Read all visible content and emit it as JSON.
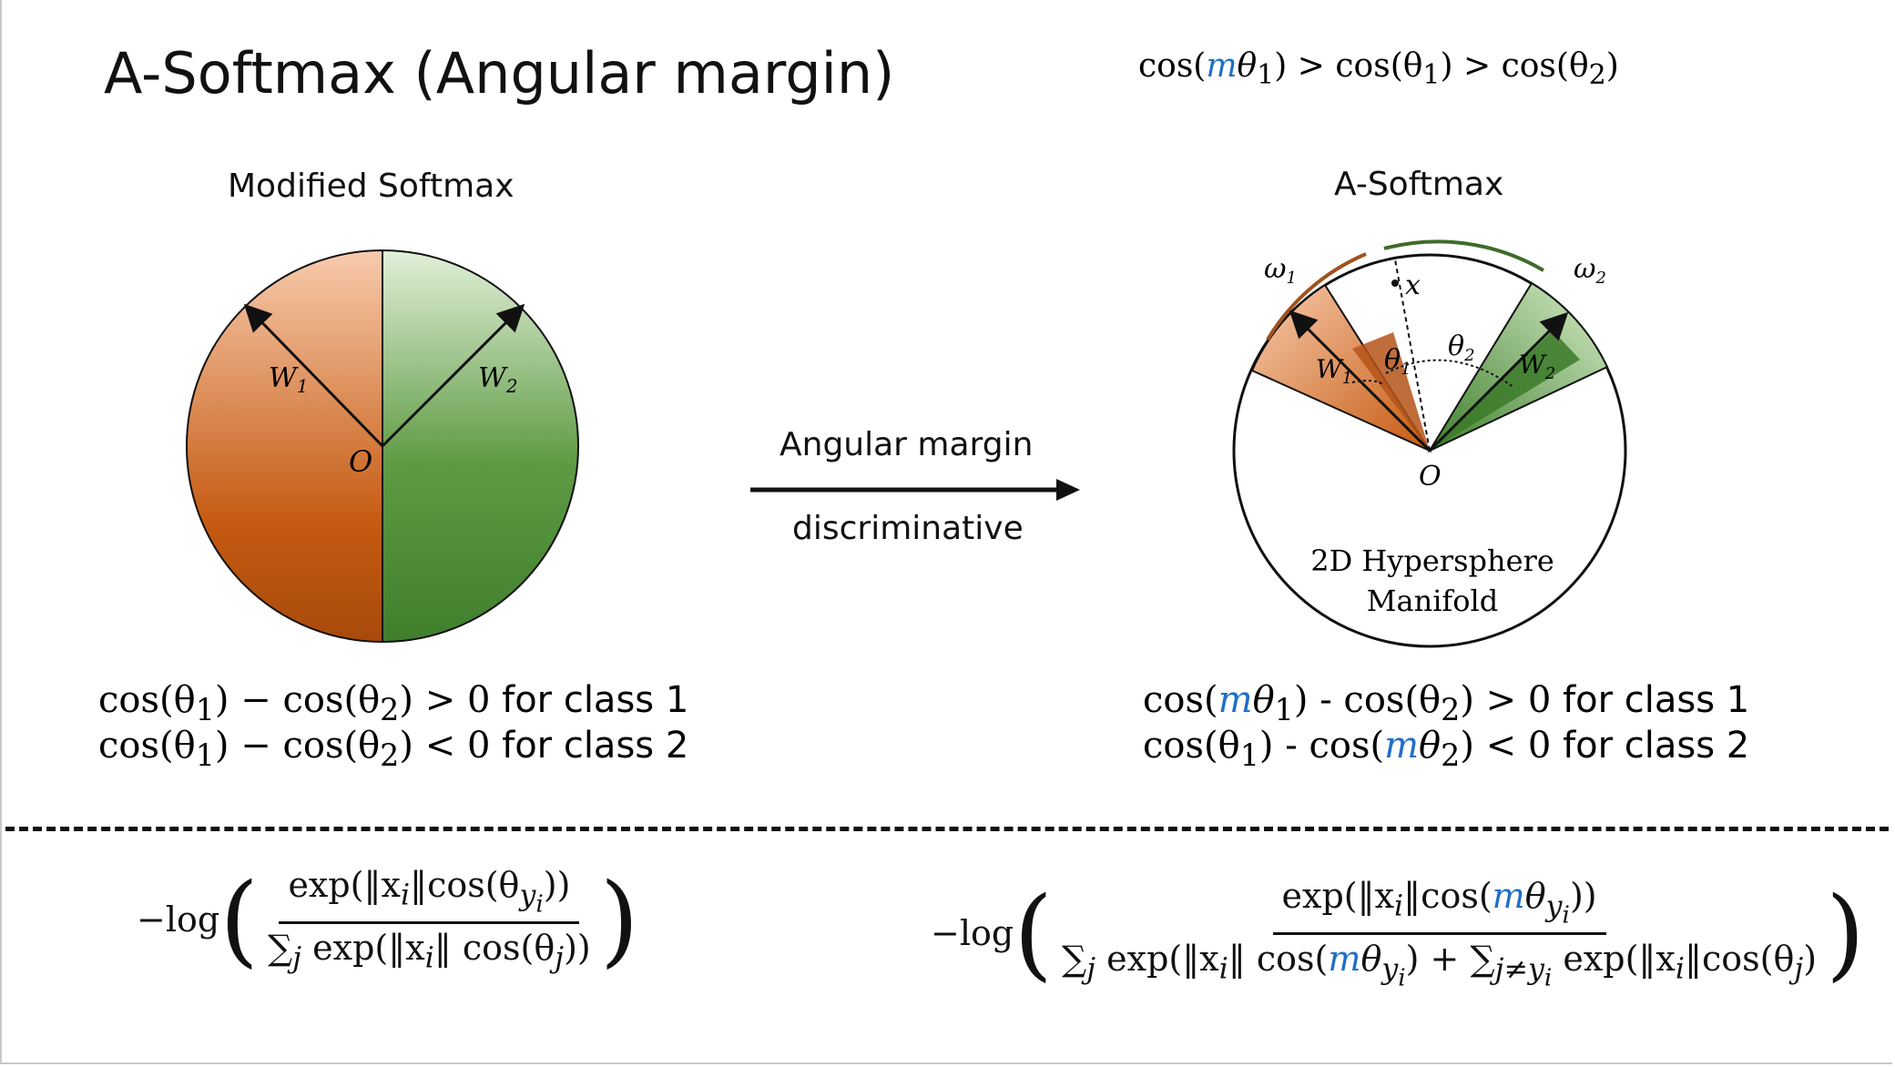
{
  "title": "A-Softmax (Angular margin)",
  "top_inequality": {
    "p1": "cos(",
    "m": "m",
    "p2": "θ",
    "s1": "1",
    "p3": ") > cos(θ",
    "s2": "1",
    "p4": ") > cos(θ",
    "s3": "2",
    "p5": ")"
  },
  "left_panel": {
    "heading": "Modified Softmax",
    "w1_label": "W",
    "w1_sub": "1",
    "w2_label": "W",
    "w2_sub": "2",
    "origin_label": "O",
    "eq1": {
      "a": "cos(θ",
      "s1": "1",
      "b": ") − cos(θ",
      "s2": "2",
      "c": ") > 0 ",
      "txt": "for class 1"
    },
    "eq2": {
      "a": "cos(θ",
      "s1": "1",
      "b": ") − cos(θ",
      "s2": "2",
      "c": ") < 0 ",
      "txt": "for class 2"
    }
  },
  "arrow": {
    "top_label": "Angular margin",
    "bottom_label": "discriminative"
  },
  "right_panel": {
    "heading": "A-Softmax",
    "omega1": "ω",
    "omega1_sub": "1",
    "omega2": "ω",
    "omega2_sub": "2",
    "x_label": "x",
    "theta1": "θ",
    "theta1_sub": "1",
    "theta2": "θ",
    "theta2_sub": "2",
    "w1_label": "W",
    "w1_sub": "1",
    "w2_label": "W",
    "w2_sub": "2",
    "origin_label": "O",
    "manifold_line1": "2D Hypersphere",
    "manifold_line2": "Manifold",
    "eq1": {
      "a": "cos(",
      "m": "m",
      "b": "θ",
      "s1": "1",
      "c": ") - cos(θ",
      "s2": "2",
      "d": ") > 0 ",
      "txt": "for class 1"
    },
    "eq2": {
      "a": "cos(θ",
      "s1": "1",
      "b": ") - cos(",
      "m": "m",
      "c": "θ",
      "s2": "2",
      "d": ") < 0 ",
      "txt": "for class 2"
    }
  },
  "bottom_left_formula": {
    "prefix": "−log",
    "num": "exp(‖x",
    "num_i": "i",
    "num_b": "‖cos(θ",
    "num_y": "y",
    "num_yi": "i",
    "num_c": "))",
    "den_a": "∑",
    "den_j": "j",
    "den_b": " exp(‖x",
    "den_i": "i",
    "den_c": "‖ cos(θ",
    "den_jj": "j",
    "den_d": "))"
  },
  "bottom_right_formula": {
    "prefix": "−log",
    "num_a": "exp(‖x",
    "num_i": "i",
    "num_b": "‖cos(",
    "num_m": "m",
    "num_c": "θ",
    "num_y": "y",
    "num_yi": "i",
    "num_d": "))",
    "den_a": "∑",
    "den_j": "j",
    "den_b": " exp(‖x",
    "den_i": "i",
    "den_c": "‖ cos(",
    "den_m": "m",
    "den_d": "θ",
    "den_y": "y",
    "den_yi": "i",
    "den_e": ") + ∑",
    "den_sub": "j≠y",
    "den_subi": "i",
    "den_f": " exp(‖x",
    "den_i2": "i",
    "den_g": "‖cos(θ",
    "den_jj": "j",
    "den_h": ")"
  },
  "colors": {
    "orange": "#c55a11",
    "orange_light": "#f8cbad",
    "green": "#3f7f2c",
    "green_light": "#d6ecc8",
    "margin_blue": "#1f6fc6"
  }
}
